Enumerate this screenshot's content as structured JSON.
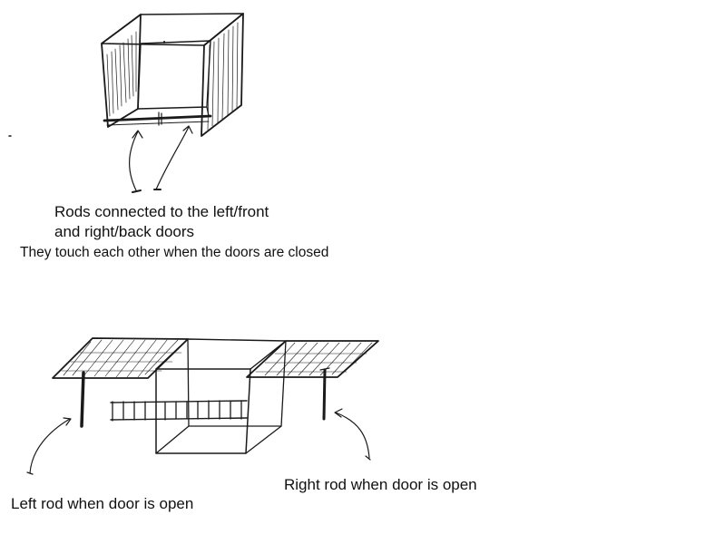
{
  "captions": {
    "rods_line1": "Rods connected to the left/front",
    "rods_line2": "and right/back doors",
    "touch_note": "They touch each other when the doors are closed",
    "right_rod": "Right rod when door is open",
    "left_rod": "Left rod when door is open"
  },
  "figures": [
    {
      "name": "closed-cabinet-sketch",
      "state": "doors closed"
    },
    {
      "name": "open-cabinet-sketch",
      "state": "doors open"
    }
  ],
  "colors": {
    "ink": "#1a1a1a",
    "background": "#ffffff"
  }
}
